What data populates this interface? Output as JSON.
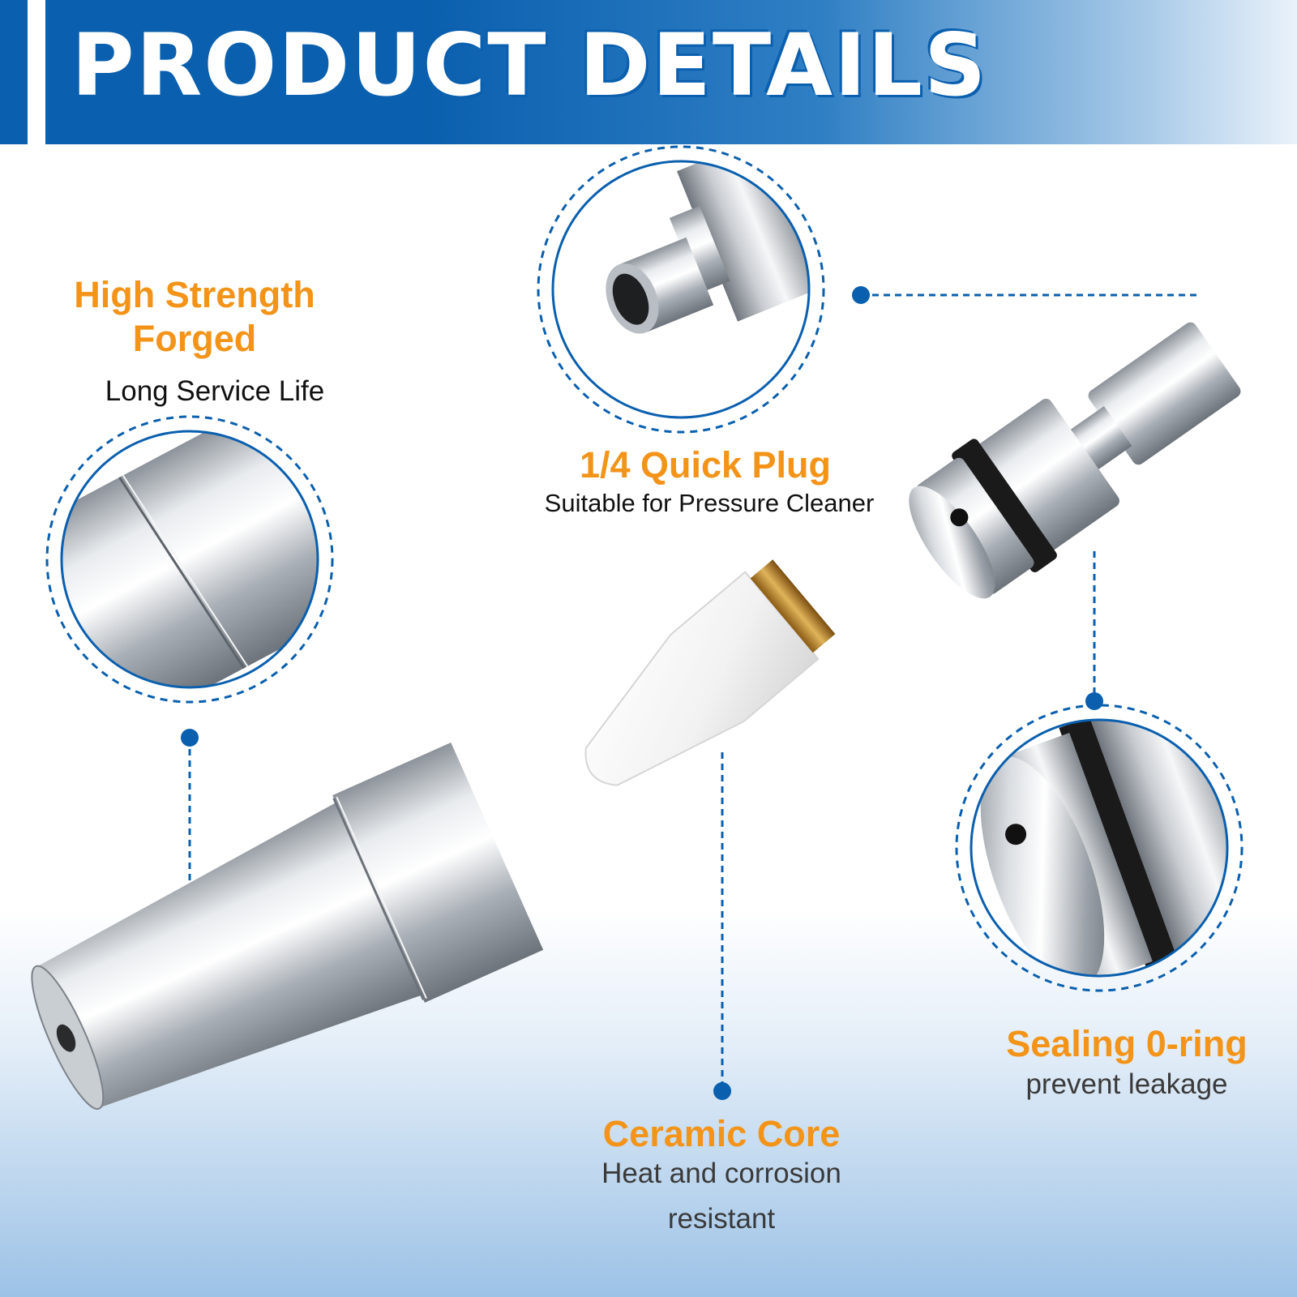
{
  "header": {
    "title": "PRODUCT DETAILS"
  },
  "features": {
    "high_strength": {
      "title_line1": "High Strength",
      "title_line2": "Forged",
      "subtitle": "Long Service Life"
    },
    "quick_plug": {
      "title": "1/4 Quick Plug",
      "subtitle": "Suitable for Pressure Cleaner"
    },
    "sealing": {
      "title": "Sealing 0-ring",
      "subtitle": "prevent leakage"
    },
    "ceramic": {
      "title": "Ceramic Core",
      "subtitle_line1": "Heat and corrosion",
      "subtitle_line2": "resistant"
    }
  },
  "colors": {
    "header_blue": "#0a5fae",
    "accent_orange": "#f39419",
    "callout_blue": "#0a5fae",
    "text_dark": "#111111"
  }
}
